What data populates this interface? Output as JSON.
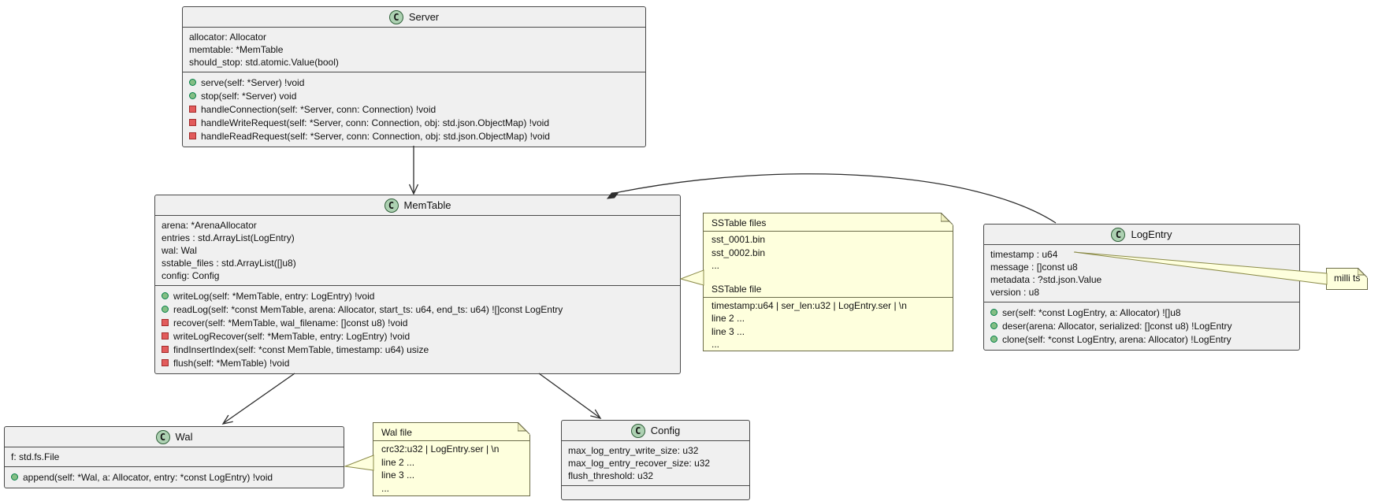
{
  "diagram_type": "uml-class-diagram",
  "colors": {
    "class_fill": "#F0F0F0",
    "class_border": "#4A4A4A",
    "note_fill": "#FEFFDD",
    "note_border": "#6B6B49",
    "class_circle_fill": "#ADD1B2",
    "public_marker": "#84BE84",
    "private_marker": "#E25B5B",
    "connector_line": "#2E2E2E"
  },
  "classes": [
    {
      "name": "Server",
      "icon_letter": "C",
      "attributes": [
        "allocator: Allocator",
        "memtable: *MemTable",
        "should_stop: std.atomic.Value(bool)"
      ],
      "methods": [
        {
          "visibility": "public",
          "label": "serve(self: *Server) !void"
        },
        {
          "visibility": "public",
          "label": "stop(self: *Server) void"
        },
        {
          "visibility": "private",
          "label": "handleConnection(self: *Server, conn: Connection) !void"
        },
        {
          "visibility": "private",
          "label": "handleWriteRequest(self: *Server, conn: Connection, obj: std.json.ObjectMap) !void"
        },
        {
          "visibility": "private",
          "label": "handleReadRequest(self: *Server, conn: Connection, obj: std.json.ObjectMap) !void"
        }
      ]
    },
    {
      "name": "MemTable",
      "icon_letter": "C",
      "attributes": [
        "arena: *ArenaAllocator",
        "entries : std.ArrayList(LogEntry)",
        "wal: Wal",
        "sstable_files : std.ArrayList([]u8)",
        "config: Config"
      ],
      "methods": [
        {
          "visibility": "public",
          "label": "writeLog(self: *MemTable, entry: LogEntry) !void"
        },
        {
          "visibility": "public",
          "label": "readLog(self: *const MemTable, arena: Allocator, start_ts: u64, end_ts: u64) ![]const LogEntry"
        },
        {
          "visibility": "private",
          "label": "recover(self: *MemTable, wal_filename: []const u8) !void"
        },
        {
          "visibility": "private",
          "label": "writeLogRecover(self: *MemTable, entry: LogEntry) !void"
        },
        {
          "visibility": "private",
          "label": "findInsertIndex(self: *const MemTable, timestamp: u64) usize"
        },
        {
          "visibility": "private",
          "label": "flush(self: *MemTable) !void"
        }
      ]
    },
    {
      "name": "LogEntry",
      "icon_letter": "C",
      "attributes": [
        "timestamp : u64",
        "message : []const u8",
        "metadata : ?std.json.Value",
        "version : u8"
      ],
      "methods": [
        {
          "visibility": "public",
          "label": "ser(self: *const LogEntry, a: Allocator) ![]u8"
        },
        {
          "visibility": "public",
          "label": "deser(arena: Allocator, serialized: []const u8) !LogEntry"
        },
        {
          "visibility": "public",
          "label": "clone(self: *const LogEntry, arena: Allocator) !LogEntry"
        }
      ]
    },
    {
      "name": "Wal",
      "icon_letter": "C",
      "attributes": [
        "f: std.fs.File"
      ],
      "methods": [
        {
          "visibility": "public",
          "label": "append(self: *Wal, a: Allocator, entry: *const LogEntry) !void"
        }
      ]
    },
    {
      "name": "Config",
      "icon_letter": "C",
      "attributes": [
        "max_log_entry_write_size: u32",
        "max_log_entry_recover_size: u32",
        "flush_threshold: u32"
      ],
      "methods": []
    }
  ],
  "notes": [
    {
      "id": "sstable-note",
      "sections": [
        {
          "header": "SSTable files",
          "lines": [
            "sst_0001.bin",
            "sst_0002.bin",
            "..."
          ]
        },
        {
          "header": "SSTable file",
          "lines": [
            "timestamp:u64 | ser_len:u32 | LogEntry.ser | \\n",
            "line 2 ...",
            "line 3 ...",
            "..."
          ]
        }
      ]
    },
    {
      "id": "wal-file-note",
      "sections": [
        {
          "header": "Wal file",
          "lines": [
            "crc32:u32 | LogEntry.ser | \\n",
            "line 2 ...",
            "line 3 ...",
            "..."
          ]
        }
      ]
    },
    {
      "id": "milli-ts-note",
      "text": "milli ts"
    }
  ]
}
